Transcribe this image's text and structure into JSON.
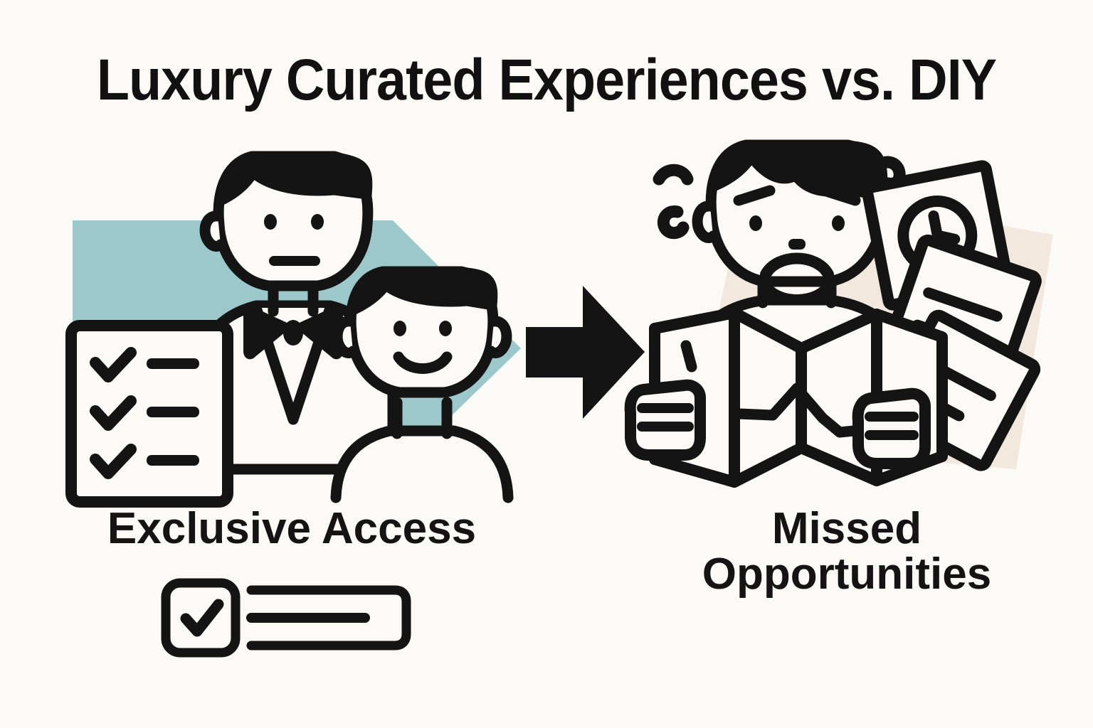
{
  "page": {
    "title": "Luxury Curated Experiences vs. DIY",
    "background_color": "#FBFAF6",
    "ink_color": "#141414"
  },
  "panels": {
    "left": {
      "caption_line1": "Exclusive Access",
      "accent_color": "#9CC8CB",
      "icons": {
        "backdrop": "teal-arrow-backdrop-shape",
        "concierge": "concierge-person-icon",
        "client": "smiling-client-person-icon",
        "checklist": "checklist-clipboard-icon",
        "checkmarks": 3
      }
    },
    "right": {
      "caption_line1": "Missed",
      "caption_line2": "Opportunities",
      "accent_color": "#F2E8DD",
      "icons": {
        "backdrop": "beige-square-backdrop-shape",
        "traveler": "frustrated-traveler-person-icon",
        "map": "folded-map-icon",
        "clock_card": "clock-ticket-card-icon",
        "documents": "scattered-document-cards-icon",
        "stress_marks": 3
      }
    }
  },
  "center": {
    "arrow": "right-arrow-icon",
    "arrow_color": "#141414"
  },
  "footer_badge": {
    "checkbox": "checked-checkbox-icon",
    "lines": "text-lines-placeholder"
  }
}
